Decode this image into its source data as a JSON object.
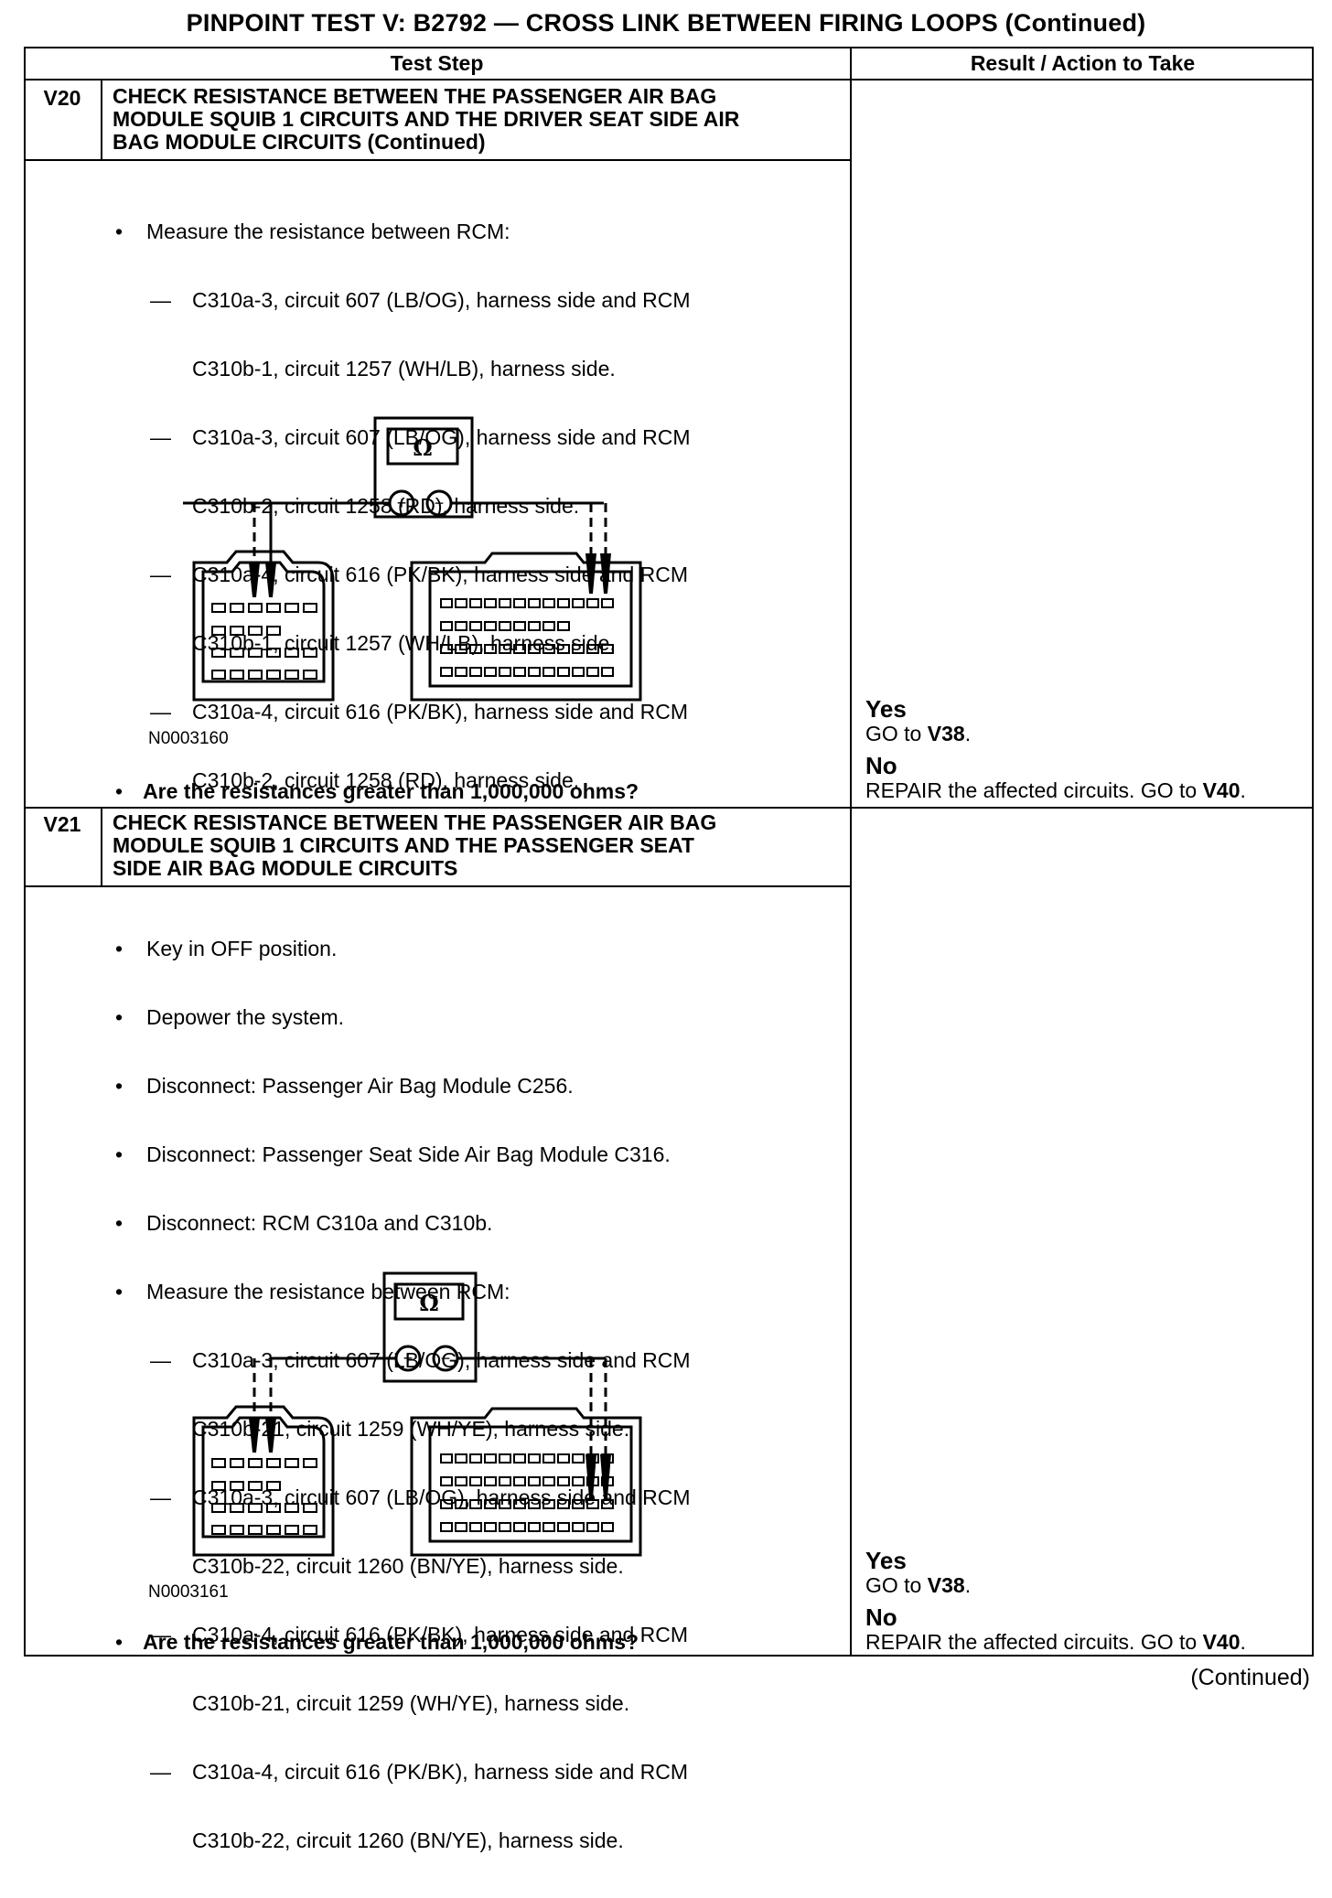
{
  "title": "PINPOINT TEST  V: B2792 — CROSS LINK BETWEEN FIRING LOOPS (Continued)",
  "headers": {
    "test_step": "Test Step",
    "result": "Result / Action to Take"
  },
  "steps": [
    {
      "id": "V20",
      "heading": [
        "CHECK RESISTANCE BETWEEN THE PASSENGER AIR BAG",
        "MODULE SQUIB 1 CIRCUITS AND THE DRIVER SEAT SIDE AIR",
        "BAG MODULE CIRCUITS (Continued)"
      ],
      "bullets": [],
      "measure_label": "Measure the resistance between RCM:",
      "measurements": [
        [
          "C310a-3, circuit 607 (LB/OG), harness side and RCM",
          "C310b-1, circuit 1257 (WH/LB), harness side."
        ],
        [
          "C310a-3, circuit 607 (LB/OG), harness side and RCM",
          "C310b-2, circuit 1258 (RD), harness side."
        ],
        [
          "C310a-4, circuit 616 (PK/BK), harness side and RCM",
          "C310b-1, circuit 1257 (WH/LB), harness side."
        ],
        [
          "C310a-4, circuit 616 (PK/BK), harness side and RCM",
          "C310b-2, circuit 1258 (RD), harness side."
        ]
      ],
      "figure_id": "N0003160",
      "meter_symbol": "Ω",
      "question": "Are the resistances greater than 1,000,000 ohms?",
      "yes_label": "Yes",
      "yes_action_prefix": "GO to ",
      "yes_action_target": "V38",
      "yes_action_suffix": ".",
      "no_label": "No",
      "no_action_prefix": "REPAIR the affected circuits. GO to ",
      "no_action_target": "V40",
      "no_action_suffix": "."
    },
    {
      "id": "V21",
      "heading": [
        "CHECK RESISTANCE BETWEEN THE PASSENGER AIR BAG",
        "MODULE SQUIB 1 CIRCUITS AND THE PASSENGER SEAT",
        "SIDE AIR BAG MODULE CIRCUITS"
      ],
      "bullets": [
        "Key in OFF position.",
        "Depower the system.",
        "Disconnect: Passenger Air Bag Module C256.",
        "Disconnect: Passenger Seat Side Air Bag Module C316.",
        "Disconnect: RCM C310a and C310b."
      ],
      "measure_label": "Measure the resistance between RCM:",
      "measurements": [
        [
          "C310a-3, circuit 607 (LB/OG), harness side and RCM",
          "C310b-21, circuit 1259 (WH/YE), harness side."
        ],
        [
          "C310a-3, circuit 607 (LB/OG), harness side and RCM",
          "C310b-22, circuit 1260 (BN/YE), harness side."
        ],
        [
          "C310a-4, circuit 616 (PK/BK), harness side and RCM",
          "C310b-21, circuit 1259 (WH/YE), harness side."
        ],
        [
          "C310a-4, circuit 616 (PK/BK), harness side and RCM",
          "C310b-22, circuit 1260 (BN/YE), harness side."
        ]
      ],
      "figure_id": "N0003161",
      "meter_symbol": "Ω",
      "question": "Are the resistances greater than 1,000,000 ohms?",
      "yes_label": "Yes",
      "yes_action_prefix": "GO to ",
      "yes_action_target": "V38",
      "yes_action_suffix": ".",
      "no_label": "No",
      "no_action_prefix": "REPAIR the affected circuits. GO to ",
      "no_action_target": "V40",
      "no_action_suffix": "."
    }
  ],
  "footer": "(Continued)",
  "bullet_char": "•",
  "dash_char": "—",
  "meter_plus": "+",
  "meter_minus": "−"
}
